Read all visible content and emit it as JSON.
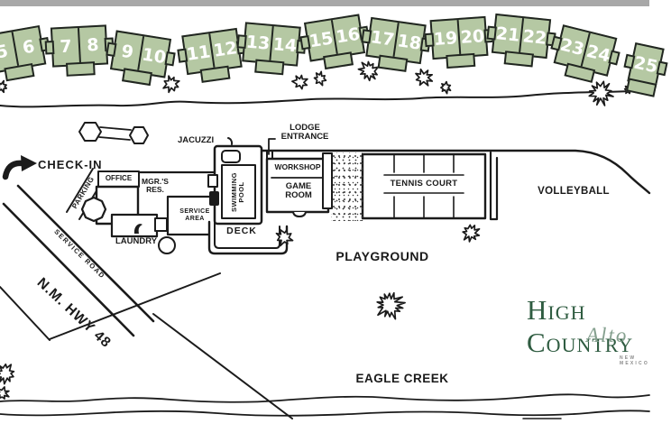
{
  "meta": {
    "title": "High Country Lodge resort site map"
  },
  "colors": {
    "cabin_fill": "#b5c8a3",
    "ink": "#1b1b1b",
    "top_bar": "#a8a8a8",
    "brand_green": "#2f5c41",
    "alto_gray_green": "#85a08f"
  },
  "cabins": {
    "pairs": [
      [
        "5",
        "6"
      ],
      [
        "7",
        "8"
      ],
      [
        "9",
        "10"
      ],
      [
        "11",
        "12"
      ],
      [
        "13",
        "14"
      ],
      [
        "15",
        "16"
      ],
      [
        "17",
        "18"
      ],
      [
        "19",
        "20"
      ],
      [
        "21",
        "22"
      ],
      [
        "23",
        "24"
      ],
      [
        "25"
      ]
    ]
  },
  "labels": {
    "check_in": "CHECK-IN",
    "parking": "PARKING",
    "office": "OFFICE",
    "managers_residence": [
      "MGR.'S",
      "RES."
    ],
    "service_area": [
      "SERVICE",
      "AREA"
    ],
    "laundry": "LAUNDRY",
    "jacuzzi": "JACUZZI",
    "swimming_pool": [
      "SWIMMING",
      "POOL"
    ],
    "lodge_entrance": [
      "LODGE",
      "ENTRANCE"
    ],
    "workshop": "WORKSHOP",
    "game_room": [
      "GAME",
      "ROOM"
    ],
    "tennis_court": "TENNIS COURT",
    "volleyball": "VOLLEYBALL",
    "deck": "DECK",
    "playground": "PLAYGROUND",
    "service_road": "SERVICE ROAD",
    "highway": "N.M. HWY 48",
    "eagle_creek": "EAGLE CREEK"
  },
  "brand": {
    "name": "High Country",
    "city": "Alto",
    "state": "NEW MEXICO"
  }
}
